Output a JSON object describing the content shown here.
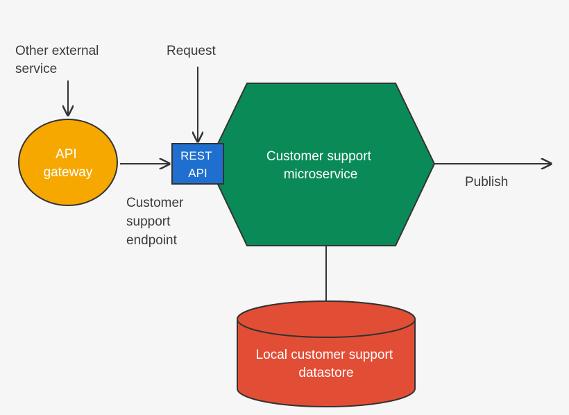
{
  "labels": {
    "other_external_line1": "Other external",
    "other_external_line2": "service",
    "request": "Request",
    "api_gateway_line1": "API",
    "api_gateway_line2": "gateway",
    "rest_api_line1": "REST",
    "rest_api_line2": "API",
    "microservice_line1": "Customer support",
    "microservice_line2": "microservice",
    "publish": "Publish",
    "endpoint_line1": "Customer",
    "endpoint_line2": "support",
    "endpoint_line3": "endpoint",
    "datastore_line1": "Local customer support",
    "datastore_line2": "datastore"
  },
  "colors": {
    "background": "#f6f6f6",
    "gateway_fill": "#f6a800",
    "rest_api_fill": "#1f6fd0",
    "microservice_fill": "#0a8a57",
    "datastore_fill": "#e24e35",
    "stroke": "#333333",
    "dark_text": "#3b3b3b",
    "light_text": "#ffffff"
  },
  "icons": {
    "arrow_head": "arrow-head-icon"
  }
}
